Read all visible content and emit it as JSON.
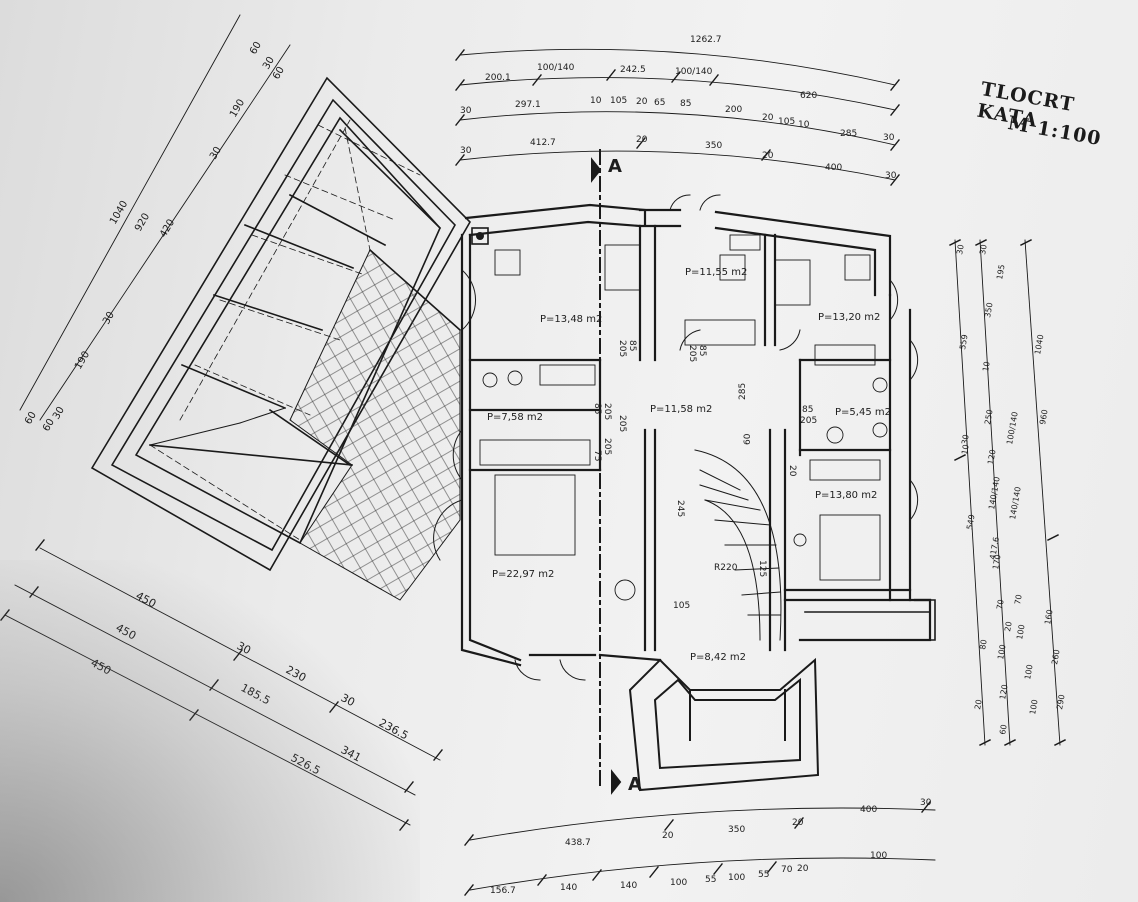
{
  "title": {
    "line1": "TLOCRT KATA",
    "line2": "M 1:100"
  },
  "section_marks": {
    "top": "A",
    "bottom": "A"
  },
  "rooms": [
    {
      "label": "P=13,48 m2"
    },
    {
      "label": "P=11,55 m2"
    },
    {
      "label": "P=13,20 m2"
    },
    {
      "label": "P=7,58 m2"
    },
    {
      "label": "P=11,58 m2"
    },
    {
      "label": "P=5,45 m2"
    },
    {
      "label": "P=13,80 m2"
    },
    {
      "label": "P=22,97 m2"
    },
    {
      "label": "P=8,42 m2"
    }
  ],
  "dims": {
    "top_total": "1262.7",
    "top_row1": [
      "200.1",
      "100/140",
      "242.5",
      "100/140",
      "620"
    ],
    "top_row2": [
      "30",
      "297.1",
      "10",
      "105",
      "20",
      "65",
      "85",
      "200",
      "20",
      "105",
      "10",
      "285",
      "30"
    ],
    "top_row3": [
      "30",
      "412.7",
      "20",
      "350",
      "20",
      "400",
      "30"
    ],
    "left_diag": [
      "60",
      "30",
      "60",
      "190",
      "30",
      "420",
      "920",
      "1040",
      "30",
      "190",
      "60",
      "30",
      "60"
    ],
    "bottom_left": [
      "450",
      "450",
      "450",
      "30",
      "230",
      "185.5",
      "30",
      "236.5",
      "341",
      "526.5"
    ],
    "bottom_row1": [
      "438.7",
      "20",
      "350",
      "20",
      "400",
      "30"
    ],
    "bottom_row2": [
      "156.7",
      "140",
      "140",
      "100",
      "55",
      "100",
      "55",
      "70",
      "20",
      "100"
    ],
    "right_col1": [
      "30",
      "30",
      "559",
      "10",
      "549",
      "30",
      "20",
      "60"
    ],
    "right_col2": [
      "195",
      "350",
      "10",
      "250",
      "120",
      "140/140",
      "170",
      "70",
      "100",
      "120"
    ],
    "right_col3": [
      "1040",
      "960",
      "160",
      "260",
      "290"
    ],
    "right_extra": [
      "140/140",
      "100/140",
      "417.6",
      "70",
      "100",
      "80",
      "100",
      "100",
      "20"
    ],
    "inner": [
      "85",
      "205",
      "85",
      "205",
      "85",
      "205",
      "205",
      "75",
      "205",
      "245",
      "R220",
      "105",
      "60",
      "20",
      "285",
      "125",
      "205",
      "85"
    ]
  }
}
